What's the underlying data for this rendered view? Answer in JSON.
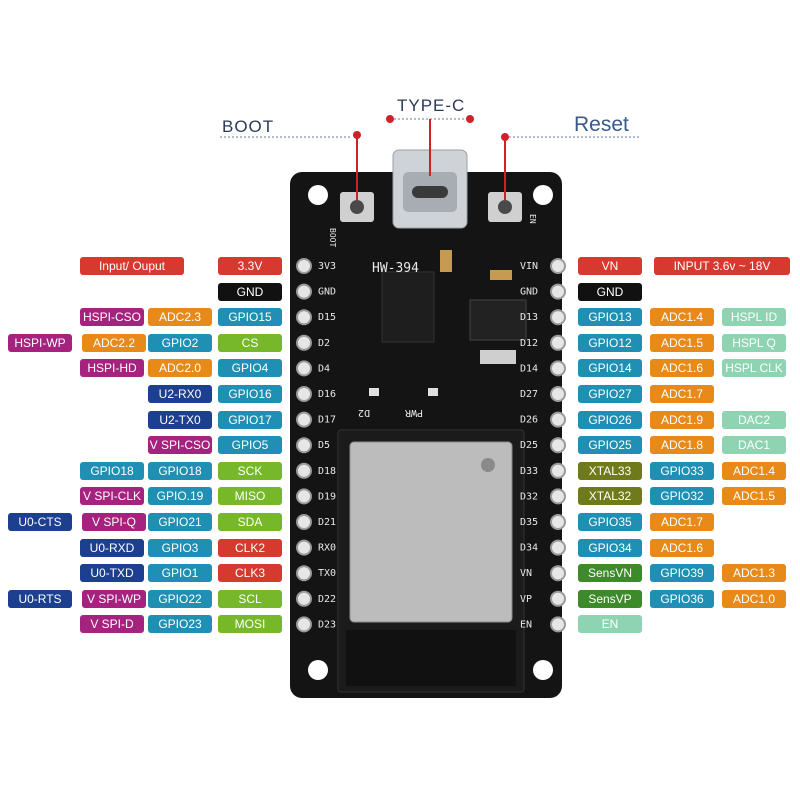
{
  "captions": {
    "boot": "BOOT",
    "type_c": "TYPE-C",
    "reset": "Reset"
  },
  "board": {
    "model": "HW-394",
    "silk_boot": "BOOT",
    "silk_en": "EN",
    "silk_d2": "D2",
    "silk_pwr": "PWR",
    "left_pins": [
      "3V3",
      "GND",
      "D15",
      "D2",
      "D4",
      "D16",
      "D17",
      "D5",
      "D18",
      "D19",
      "D21",
      "RX0",
      "TX0",
      "D22",
      "D23"
    ],
    "right_pins": [
      "VIN",
      "GND",
      "D13",
      "D12",
      "D14",
      "D27",
      "D26",
      "D25",
      "D33",
      "D32",
      "D35",
      "D34",
      "VN",
      "VP",
      "EN"
    ]
  },
  "colors": {
    "red": "#d63a2f",
    "black": "#111111",
    "magenta": "#a5237f",
    "orange": "#e88a1a",
    "teal": "#1f8fb3",
    "green": "#76b82a",
    "navy": "#1d3f8f",
    "olive": "#6f7a1b",
    "lightgreen": "#8fd4b2",
    "darkgreen": "#3d8a2a"
  },
  "left_rows": [
    [
      {
        "text": "Input/ Ouput",
        "color": "red"
      },
      {
        "text": "3.3V",
        "color": "red"
      }
    ],
    [
      {
        "text": "GND",
        "color": "black"
      }
    ],
    [
      {
        "text": "HSPI-CSO",
        "color": "magenta"
      },
      {
        "text": "ADC2.3",
        "color": "orange"
      },
      {
        "text": "GPIO15",
        "color": "teal"
      }
    ],
    [
      {
        "text": "HSPI-WP",
        "color": "magenta"
      },
      {
        "text": "ADC2.2",
        "color": "orange"
      },
      {
        "text": "GPIO2",
        "color": "teal"
      },
      {
        "text": "CS",
        "color": "green"
      }
    ],
    [
      {
        "text": "HSPI-HD",
        "color": "magenta"
      },
      {
        "text": "ADC2.0",
        "color": "orange"
      },
      {
        "text": "GPIO4",
        "color": "teal"
      }
    ],
    [
      {
        "text": "U2-RX0",
        "color": "navy"
      },
      {
        "text": "GPIO16",
        "color": "teal"
      }
    ],
    [
      {
        "text": "U2-TX0",
        "color": "navy"
      },
      {
        "text": "GPIO17",
        "color": "teal"
      }
    ],
    [
      {
        "text": "V SPI-CSO",
        "color": "magenta"
      },
      {
        "text": "GPIO5",
        "color": "teal"
      }
    ],
    [
      {
        "text": "GPIO18",
        "color": "teal"
      },
      {
        "text": "GPIO18",
        "color": "teal"
      },
      {
        "text": "SCK",
        "color": "green"
      }
    ],
    [
      {
        "text": "V SPI-CLK",
        "color": "magenta"
      },
      {
        "text": "GPIO.19",
        "color": "teal"
      },
      {
        "text": "MISO",
        "color": "green"
      }
    ],
    [
      {
        "text": "U0-CTS",
        "color": "navy"
      },
      {
        "text": "V SPI-Q",
        "color": "magenta"
      },
      {
        "text": "GPIO21",
        "color": "teal"
      },
      {
        "text": "SDA",
        "color": "green"
      }
    ],
    [
      {
        "text": "U0-RXD",
        "color": "navy"
      },
      {
        "text": "GPIO3",
        "color": "teal"
      },
      {
        "text": "CLK2",
        "color": "red"
      }
    ],
    [
      {
        "text": "U0-TXD",
        "color": "navy"
      },
      {
        "text": "GPIO1",
        "color": "teal"
      },
      {
        "text": "CLK3",
        "color": "red"
      }
    ],
    [
      {
        "text": "U0-RTS",
        "color": "navy"
      },
      {
        "text": "V SPI-WP",
        "color": "magenta"
      },
      {
        "text": "GPIO22",
        "color": "teal"
      },
      {
        "text": "SCL",
        "color": "green"
      }
    ],
    [
      {
        "text": "V SPI-D",
        "color": "magenta"
      },
      {
        "text": "GPIO23",
        "color": "teal"
      },
      {
        "text": "MOSI",
        "color": "green"
      }
    ]
  ],
  "right_rows": [
    [
      {
        "text": "VN",
        "color": "red"
      },
      {
        "text": "INPUT  3.6v ~ 18V",
        "color": "red"
      }
    ],
    [
      {
        "text": "GND",
        "color": "black"
      }
    ],
    [
      {
        "text": "GPIO13",
        "color": "teal"
      },
      {
        "text": "ADC1.4",
        "color": "orange"
      },
      {
        "text": "HSPL ID",
        "color": "lightgreen"
      }
    ],
    [
      {
        "text": "GPIO12",
        "color": "teal"
      },
      {
        "text": "ADC1.5",
        "color": "orange"
      },
      {
        "text": "HSPL Q",
        "color": "lightgreen"
      }
    ],
    [
      {
        "text": "GPIO14",
        "color": "teal"
      },
      {
        "text": "ADC1.6",
        "color": "orange"
      },
      {
        "text": "HSPL CLK",
        "color": "lightgreen"
      }
    ],
    [
      {
        "text": "GPIO27",
        "color": "teal"
      },
      {
        "text": "ADC1.7",
        "color": "orange"
      }
    ],
    [
      {
        "text": "GPIO26",
        "color": "teal"
      },
      {
        "text": "ADC1.9",
        "color": "orange"
      },
      {
        "text": "DAC2",
        "color": "lightgreen"
      }
    ],
    [
      {
        "text": "GPIO25",
        "color": "teal"
      },
      {
        "text": "ADC1.8",
        "color": "orange"
      },
      {
        "text": "DAC1",
        "color": "lightgreen"
      }
    ],
    [
      {
        "text": "XTAL33",
        "color": "olive"
      },
      {
        "text": "GPIO33",
        "color": "teal"
      },
      {
        "text": "ADC1.4",
        "color": "orange"
      }
    ],
    [
      {
        "text": "XTAL32",
        "color": "olive"
      },
      {
        "text": "GPIO32",
        "color": "teal"
      },
      {
        "text": "ADC1.5",
        "color": "orange"
      }
    ],
    [
      {
        "text": "GPIO35",
        "color": "teal"
      },
      {
        "text": "ADC1.7",
        "color": "orange"
      }
    ],
    [
      {
        "text": "GPIO34",
        "color": "teal"
      },
      {
        "text": "ADC1.6",
        "color": "orange"
      }
    ],
    [
      {
        "text": "SensVN",
        "color": "darkgreen"
      },
      {
        "text": "GPIO39",
        "color": "teal"
      },
      {
        "text": "ADC1.3",
        "color": "orange"
      }
    ],
    [
      {
        "text": "SensVP",
        "color": "darkgreen"
      },
      {
        "text": "GPIO36",
        "color": "teal"
      },
      {
        "text": "ADC1.0",
        "color": "orange"
      }
    ],
    [
      {
        "text": "EN",
        "color": "lightgreen"
      }
    ]
  ]
}
